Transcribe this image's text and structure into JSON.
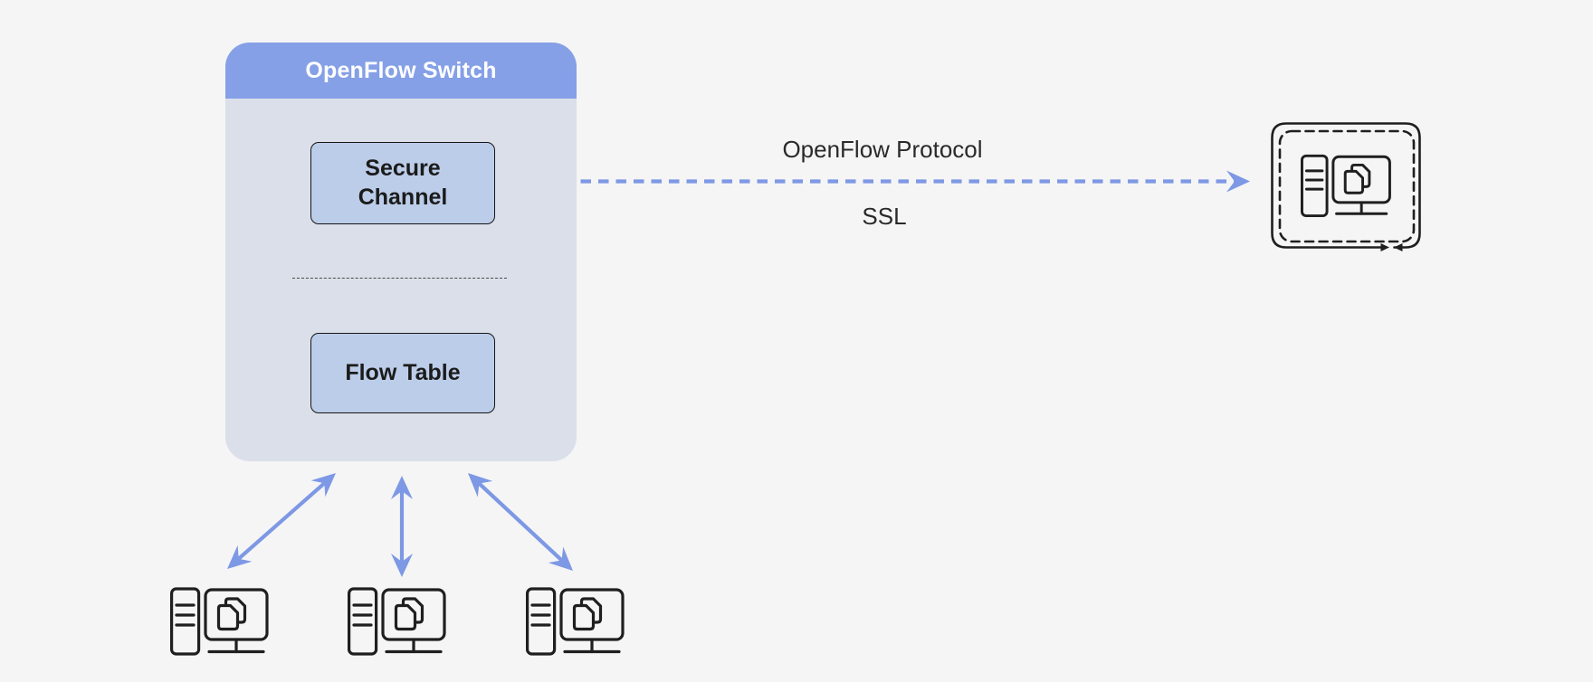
{
  "diagram": {
    "switch": {
      "title": "OpenFlow Switch",
      "components": [
        {
          "label": "Secure Channel"
        },
        {
          "label": "Flow Table"
        }
      ]
    },
    "link": {
      "label_top": "OpenFlow Protocol",
      "label_bottom": "SSL",
      "style": "dashed-double-arrow"
    },
    "controller": {
      "icon": "controller-workstation-icon",
      "border": "dashed-loop"
    },
    "hosts": [
      {
        "icon": "workstation-icon"
      },
      {
        "icon": "workstation-icon"
      },
      {
        "icon": "workstation-icon"
      }
    ],
    "host_links": {
      "count": 3,
      "style": "solid-double-arrow"
    },
    "colors": {
      "background": "#f5f5f6",
      "header_blue": "#85a0e6",
      "panel_fill": "#dbdfe9",
      "box_fill": "#bccde9",
      "arrow_blue": "#7d98e4",
      "icon_stroke": "#1f1f1f",
      "text_dark": "#2a2a2a"
    }
  }
}
